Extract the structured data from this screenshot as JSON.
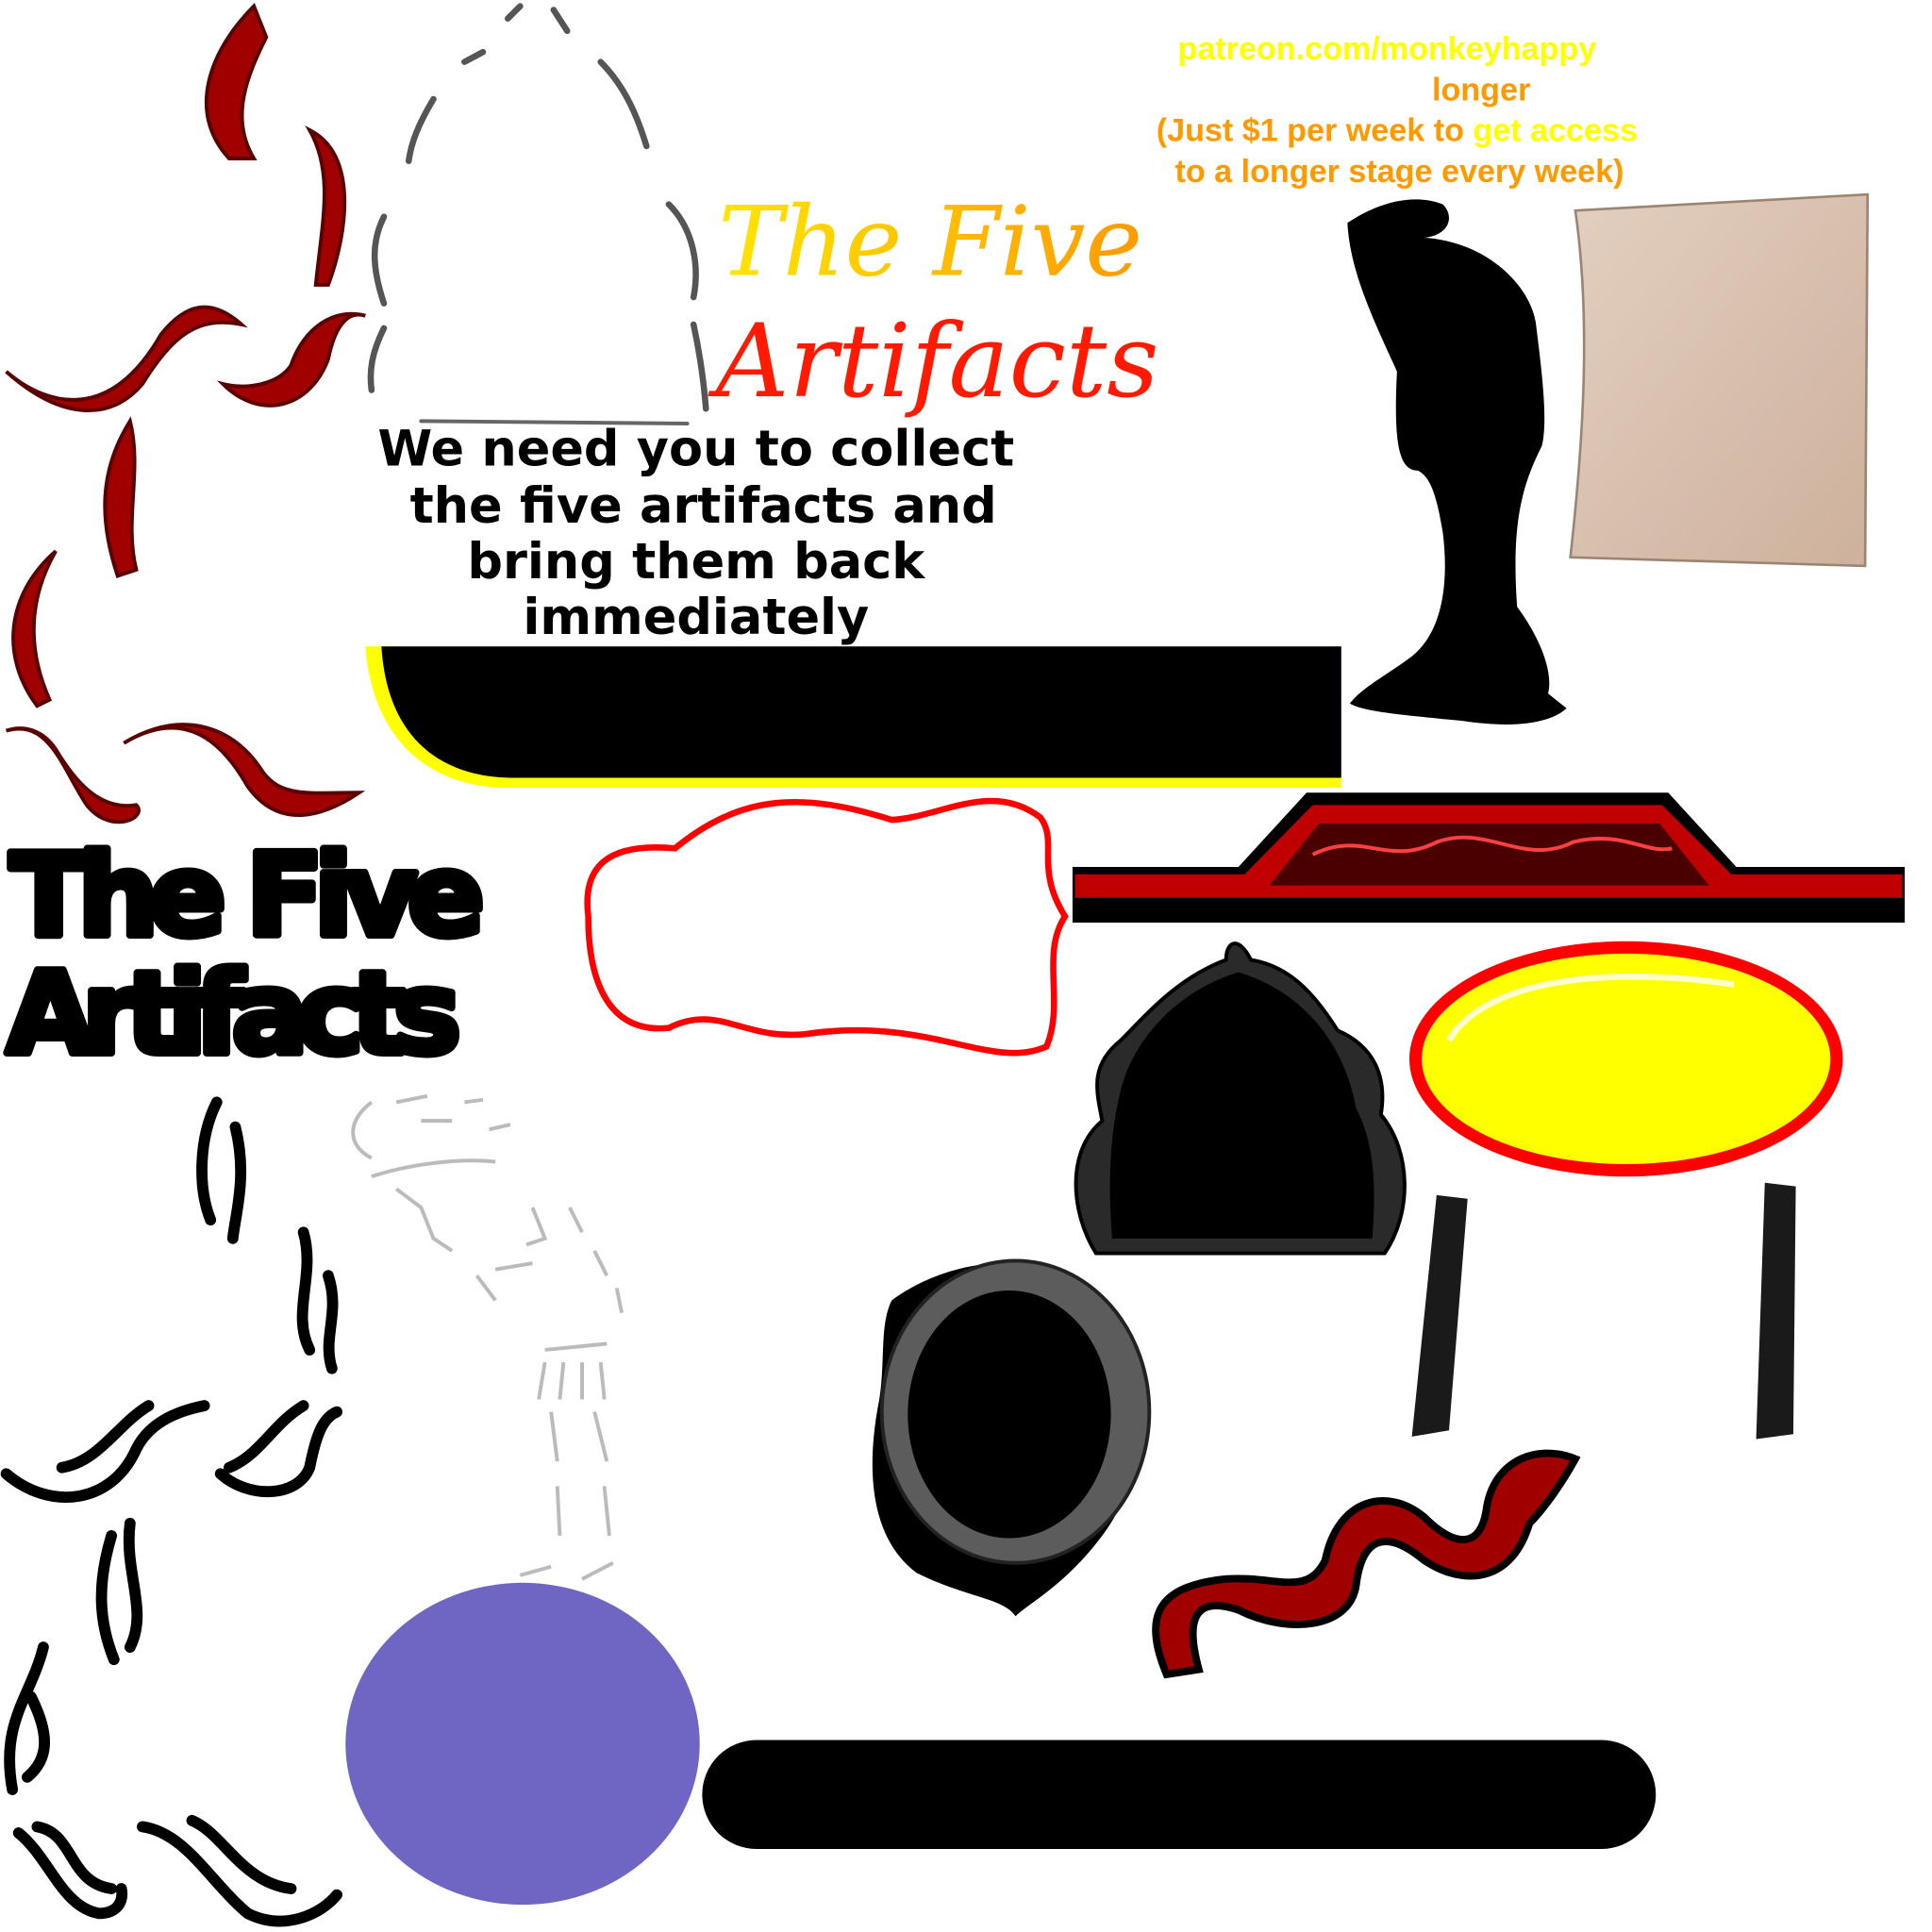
{
  "promo": {
    "line1": "patreon.com/monkeyhappy",
    "line2": "longer",
    "line3a": "(Just $1 per week to ",
    "line3b": "get access",
    "line4": "to a longer stage every week)"
  },
  "title": {
    "line1": "The Five",
    "line2": "Artifacts"
  },
  "message": {
    "lines": [
      "We need you to collect",
      "the five  artifacts and",
      "bring them back",
      "immediately"
    ]
  },
  "graffiti_title": {
    "line1": "The Five",
    "line2": "Artifacts"
  },
  "colors": {
    "yellow": "#ffff00",
    "orange": "#ff9900",
    "red": "#ff0000",
    "dark_red": "#8b0000",
    "purple": "#6e66c2",
    "tan": "#d4baa6",
    "black": "#000000"
  }
}
